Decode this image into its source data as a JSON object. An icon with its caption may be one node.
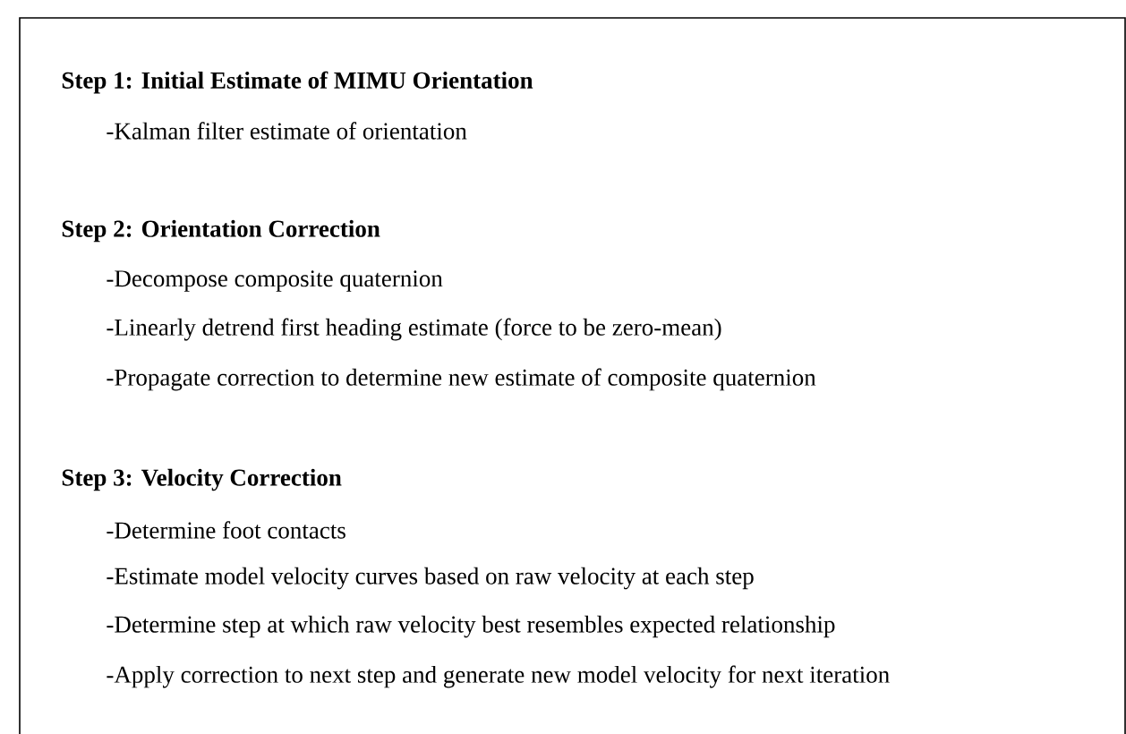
{
  "diagram": {
    "nodes": [
      {
        "text": [
          "Step 1: Initial Estimate of MIMU Orientation",
          "-Kalman filter estimate of orientation",
          "Step 2: Orientation Correction",
          "-Decompose composite quaternion",
          "-Linearly detrend first heading estimate (force to be zero-mean)",
          "-Propagate correction to determine new estimate of composite quaternion",
          "Step 3: Velocity Correction",
          "-Determine foot contacts",
          "-Estimate model velocity curves based on raw velocity at each step",
          "-Determine step at which raw velocity best resembles expected relationship",
          "-Apply correction to next step and generate new model velocity for next iteration"
        ]
      }
    ]
  }
}
